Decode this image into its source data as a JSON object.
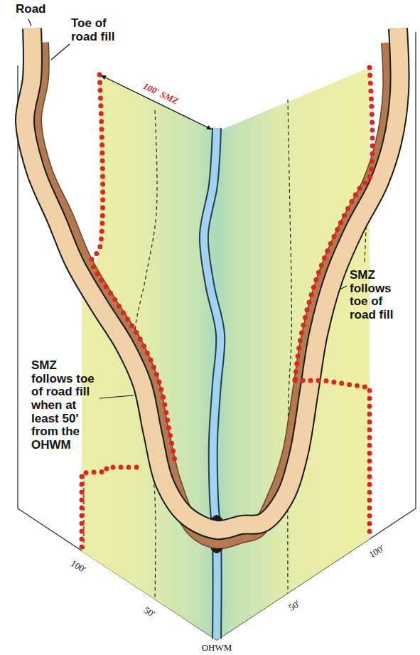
{
  "diagram": {
    "labels": [
      "Road",
      "Toe of road fill",
      "100' SMZ",
      "SMZ follows toe of road fill",
      "SMZ follows toe of road fill when at least 50' from the OHWM",
      "100'",
      "50'",
      "50'",
      "100'",
      "OHWM"
    ]
  }
}
